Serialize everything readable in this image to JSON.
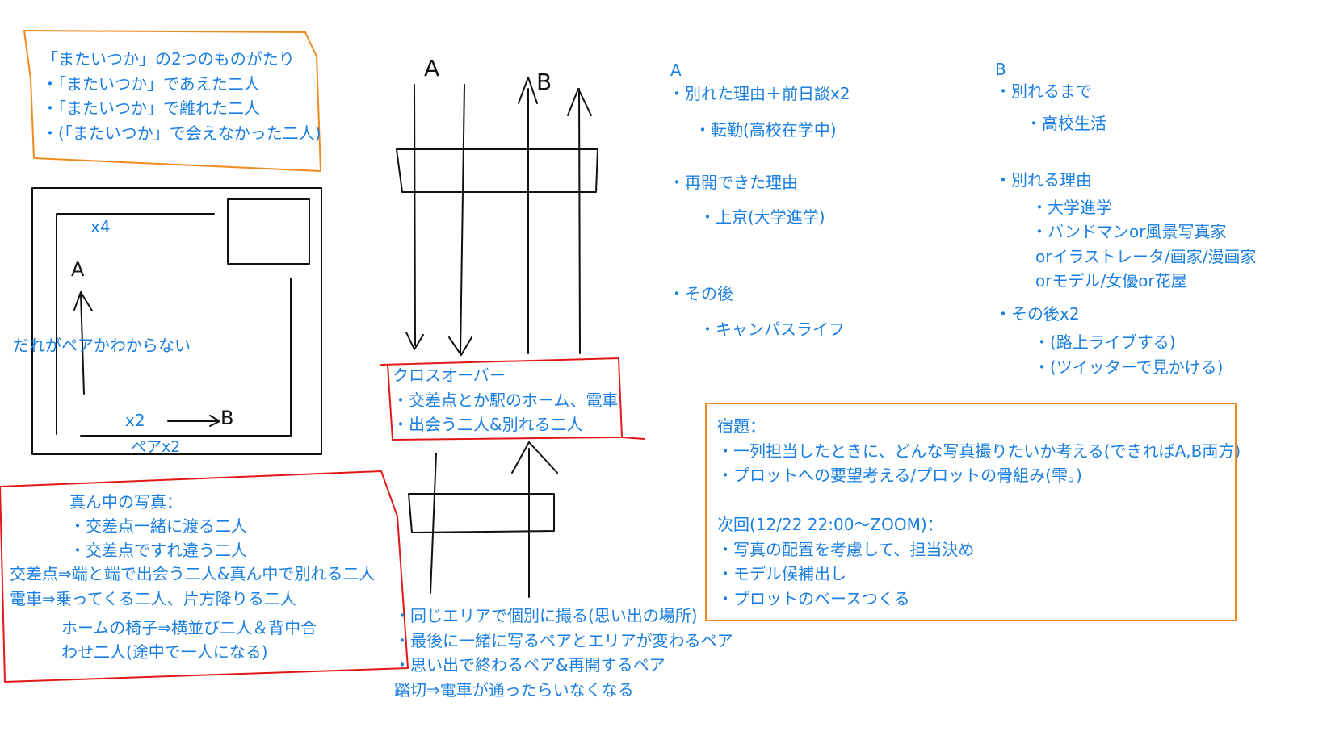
{
  "colors": {
    "text": "#1a7fe0",
    "ink": "#111111",
    "orange": "#f08c1e",
    "red": "#e01818"
  },
  "top_note": {
    "lines": [
      "「またいつか」の2つのものがたり",
      "・「またいつか」であえた二人",
      "・「またいつか」で離れた二人",
      "・(「またいつか」で会えなかった二人)"
    ]
  },
  "room_sketch": {
    "x4": "x4",
    "x2": "x2",
    "pair": "ペアx2",
    "unknown": "だれがペアかわからない",
    "label_a": "A",
    "label_b": "B"
  },
  "photo_note": {
    "lines": [
      "真ん中の写真：",
      "・交差点一緒に渡る二人",
      "・交差点ですれ違う二人",
      "交差点⇒端と端で出会う二人&真ん中で別れる二人",
      "電車⇒乗ってくる二人、片方降りる二人",
      "ホームの椅子⇒横並び二人＆背中合",
      "わせ二人(途中で一人になる)"
    ]
  },
  "crossover": {
    "lines": [
      "クロスオーバー",
      "・交差点とか駅のホーム、電車",
      "・出会う二人&別れる二人"
    ]
  },
  "center_bottom": {
    "lines": [
      "・同じエリアで個別に撮る(思い出の場所)",
      "・最後に一緒に写るペアとエリアが変わるペア",
      "・思い出で終わるペア&再開するペア",
      "踏切⇒電車が通ったらいなくなる"
    ]
  },
  "arrows_labels": {
    "a": "A",
    "b": "B"
  },
  "col_a": {
    "title": "A",
    "items": [
      "・別れた理由＋前日談x2",
      "・転勤(高校在学中)",
      "・再開できた理由",
      "・上京(大学進学)",
      "・その後",
      "・キャンパスライフ"
    ]
  },
  "col_b": {
    "title": "B",
    "items": [
      "・別れるまで",
      "・高校生活",
      "・別れる理由",
      "・大学進学",
      "・バンドマンor風景写真家",
      "orイラストレータ/画家/漫画家",
      "orモデル/女優or花屋",
      "・その後x2",
      "・(路上ライブする)",
      "・(ツイッターで見かける)"
    ]
  },
  "homework": {
    "lines": [
      "宿題：",
      "・一列担当したときに、どんな写真撮りたいか考える(できればA,B両方)",
      "・プロットへの要望考える/プロットの骨組み(雫。)",
      "",
      "次回(12/22 22:00～ZOOM)：",
      "・写真の配置を考慮して、担当決め",
      "・モデル候補出し",
      "・プロットのベースつくる"
    ]
  }
}
